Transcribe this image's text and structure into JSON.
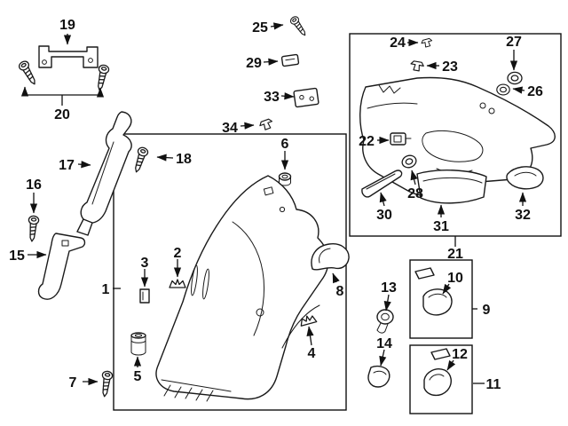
{
  "figure": {
    "background": "#ffffff",
    "line_color": "#1a1a1a",
    "text_color": "#111111"
  },
  "callouts": [
    {
      "number": "1"
    },
    {
      "number": "2"
    },
    {
      "number": "3"
    },
    {
      "number": "4"
    },
    {
      "number": "5"
    },
    {
      "number": "6"
    },
    {
      "number": "7"
    },
    {
      "number": "8"
    },
    {
      "number": "9"
    },
    {
      "number": "10"
    },
    {
      "number": "11"
    },
    {
      "number": "12"
    },
    {
      "number": "13"
    },
    {
      "number": "14"
    },
    {
      "number": "15"
    },
    {
      "number": "16"
    },
    {
      "number": "17"
    },
    {
      "number": "18"
    },
    {
      "number": "19"
    },
    {
      "number": "20"
    },
    {
      "number": "21"
    },
    {
      "number": "22"
    },
    {
      "number": "23"
    },
    {
      "number": "24"
    },
    {
      "number": "25"
    },
    {
      "number": "26"
    },
    {
      "number": "27"
    },
    {
      "number": "28"
    },
    {
      "number": "29"
    },
    {
      "number": "30"
    },
    {
      "number": "31"
    },
    {
      "number": "32"
    },
    {
      "number": "33"
    },
    {
      "number": "34"
    }
  ]
}
